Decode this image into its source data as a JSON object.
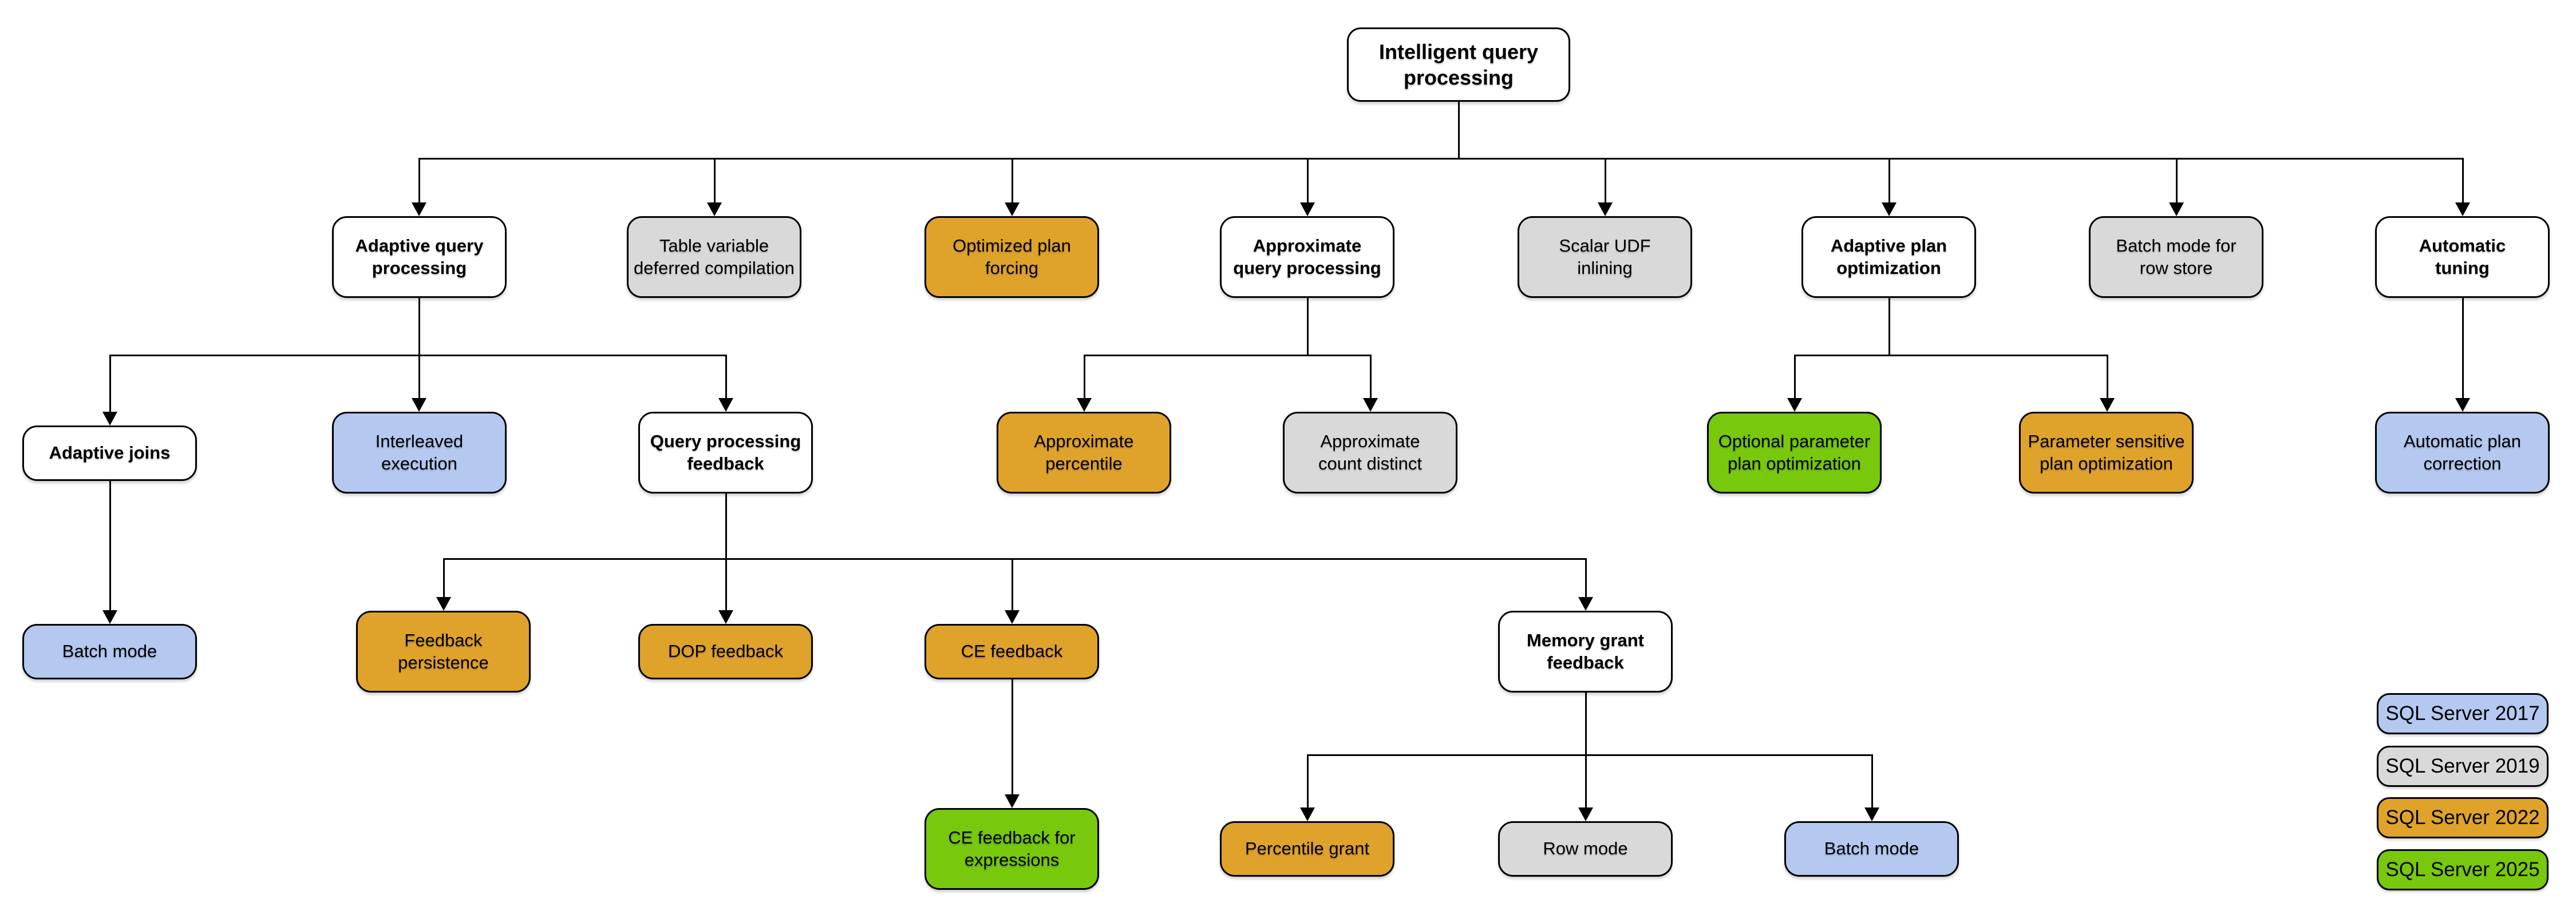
{
  "diagram_title": "Intelligent query processing",
  "palette": {
    "sql_server_2017_blue": "#B4C8F0",
    "sql_server_2019_gray": "#D9D9D9",
    "sql_server_2022_gold": "#DFA32B",
    "sql_server_2025_green": "#78C80E",
    "plain_node_white": "#FFFFFF",
    "connector_black": "#000000"
  },
  "nodes": {
    "root": {
      "label": "Intelligent query\nprocessing",
      "version": ""
    },
    "adaptive_query_processing": {
      "label": "Adaptive query\nprocessing",
      "version": ""
    },
    "table_variable_deferred_compilation": {
      "label": "Table variable\ndeferred compilation",
      "version": "SQL Server 2019"
    },
    "optimized_plan_forcing": {
      "label": "Optimized plan\nforcing",
      "version": "SQL Server 2022"
    },
    "approximate_query_processing": {
      "label": "Approximate\nquery processing",
      "version": ""
    },
    "scalar_udf_inlining": {
      "label": "Scalar UDF\ninlining",
      "version": "SQL Server 2019"
    },
    "adaptive_plan_optimization": {
      "label": "Adaptive plan\noptimization",
      "version": ""
    },
    "batch_mode_for_row_store": {
      "label": "Batch mode for\nrow store",
      "version": "SQL Server 2019"
    },
    "automatic_tuning": {
      "label": "Automatic\ntuning",
      "version": ""
    },
    "adaptive_joins": {
      "label": "Adaptive joins",
      "version": ""
    },
    "interleaved_execution": {
      "label": "Interleaved\nexecution",
      "version": "SQL Server 2017"
    },
    "query_processing_feedback": {
      "label": "Query processing\nfeedback",
      "version": ""
    },
    "approximate_percentile": {
      "label": "Approximate\npercentile",
      "version": "SQL Server 2022"
    },
    "approximate_count_distinct": {
      "label": "Approximate\ncount distinct",
      "version": "SQL Server 2019"
    },
    "optional_parameter_plan_optimization": {
      "label": "Optional parameter\nplan optimization",
      "version": "SQL Server 2025"
    },
    "parameter_sensitive_plan_optimization": {
      "label": "Parameter sensitive\nplan optimization",
      "version": "SQL Server 2022"
    },
    "automatic_plan_correction": {
      "label": "Automatic plan\ncorrection",
      "version": "SQL Server 2017"
    },
    "batch_mode_adaptive": {
      "label": "Batch mode",
      "version": "SQL Server 2017"
    },
    "feedback_persistence": {
      "label": "Feedback\npersistence",
      "version": "SQL Server 2022"
    },
    "dop_feedback": {
      "label": "DOP feedback",
      "version": "SQL Server 2022"
    },
    "ce_feedback": {
      "label": "CE feedback",
      "version": "SQL Server 2022"
    },
    "memory_grant_feedback": {
      "label": "Memory grant\nfeedback",
      "version": ""
    },
    "ce_feedback_for_expressions": {
      "label": "CE feedback for\nexpressions",
      "version": "SQL Server 2025"
    },
    "percentile_grant": {
      "label": "Percentile grant",
      "version": "SQL Server 2022"
    },
    "row_mode": {
      "label": "Row mode",
      "version": "SQL Server 2019"
    },
    "batch_mode_memory_grant": {
      "label": "Batch mode",
      "version": "SQL Server 2017"
    }
  },
  "edges": [
    {
      "from": "root",
      "to": "adaptive_query_processing"
    },
    {
      "from": "root",
      "to": "table_variable_deferred_compilation"
    },
    {
      "from": "root",
      "to": "optimized_plan_forcing"
    },
    {
      "from": "root",
      "to": "approximate_query_processing"
    },
    {
      "from": "root",
      "to": "scalar_udf_inlining"
    },
    {
      "from": "root",
      "to": "adaptive_plan_optimization"
    },
    {
      "from": "root",
      "to": "batch_mode_for_row_store"
    },
    {
      "from": "root",
      "to": "automatic_tuning"
    },
    {
      "from": "adaptive_query_processing",
      "to": "adaptive_joins"
    },
    {
      "from": "adaptive_query_processing",
      "to": "interleaved_execution"
    },
    {
      "from": "adaptive_query_processing",
      "to": "query_processing_feedback"
    },
    {
      "from": "approximate_query_processing",
      "to": "approximate_percentile"
    },
    {
      "from": "approximate_query_processing",
      "to": "approximate_count_distinct"
    },
    {
      "from": "adaptive_plan_optimization",
      "to": "optional_parameter_plan_optimization"
    },
    {
      "from": "adaptive_plan_optimization",
      "to": "parameter_sensitive_plan_optimization"
    },
    {
      "from": "automatic_tuning",
      "to": "automatic_plan_correction"
    },
    {
      "from": "adaptive_joins",
      "to": "batch_mode_adaptive"
    },
    {
      "from": "query_processing_feedback",
      "to": "feedback_persistence"
    },
    {
      "from": "query_processing_feedback",
      "to": "dop_feedback"
    },
    {
      "from": "query_processing_feedback",
      "to": "ce_feedback"
    },
    {
      "from": "query_processing_feedback",
      "to": "memory_grant_feedback"
    },
    {
      "from": "ce_feedback",
      "to": "ce_feedback_for_expressions"
    },
    {
      "from": "memory_grant_feedback",
      "to": "percentile_grant"
    },
    {
      "from": "memory_grant_feedback",
      "to": "row_mode"
    },
    {
      "from": "memory_grant_feedback",
      "to": "batch_mode_memory_grant"
    }
  ],
  "legend": {
    "items": [
      {
        "label": "SQL Server 2017",
        "color": "#B4C8F0"
      },
      {
        "label": "SQL Server 2019",
        "color": "#D9D9D9"
      },
      {
        "label": "SQL Server 2022",
        "color": "#DFA32B"
      },
      {
        "label": "SQL Server 2025",
        "color": "#78C80E"
      }
    ]
  }
}
